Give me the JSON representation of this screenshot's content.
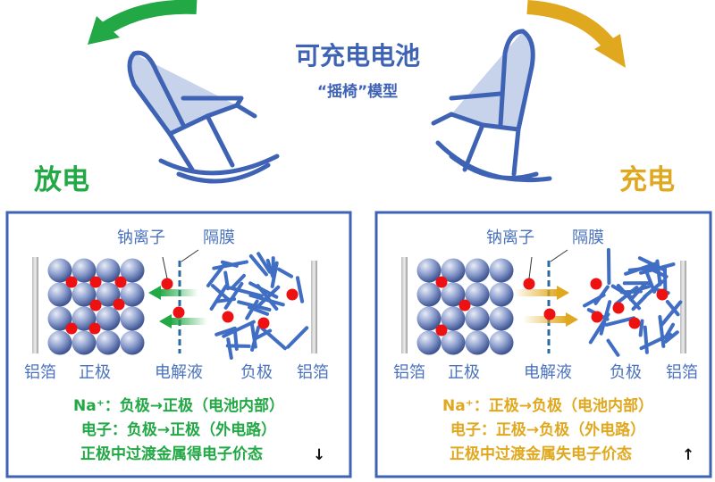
{
  "title": "可充电电池",
  "subtitle": "“摇椅”模型",
  "colors": {
    "discharge": "#22a845",
    "charge": "#e0a81e",
    "blue": "#3f63b4",
    "ion": "#ee1111"
  },
  "discharge": {
    "heading": "放电",
    "labels": {
      "ion": "钠离子",
      "separator": "隔膜",
      "foil_left": "铝箔",
      "cathode": "正极",
      "electrolyte": "电解液",
      "anode": "负极",
      "foil_right": "铝箔"
    },
    "lines": [
      "Na⁺：负极→正极（电池内部）",
      "电子：负极→正极（外电路）",
      "正极中过渡金属得电子价态"
    ],
    "trend_arrow": "↓"
  },
  "charge": {
    "heading": "充电",
    "labels": {
      "ion": "钠离子",
      "separator": "隔膜",
      "foil_left": "铝箔",
      "cathode": "正极",
      "electrolyte": "电解液",
      "anode": "负极",
      "foil_right": "铝箔"
    },
    "lines": [
      "Na⁺：正极→负极（电池内部）",
      "电子：正极→负极（外电路）",
      "正极中过渡金属失电子价态"
    ],
    "trend_arrow": "↑"
  }
}
